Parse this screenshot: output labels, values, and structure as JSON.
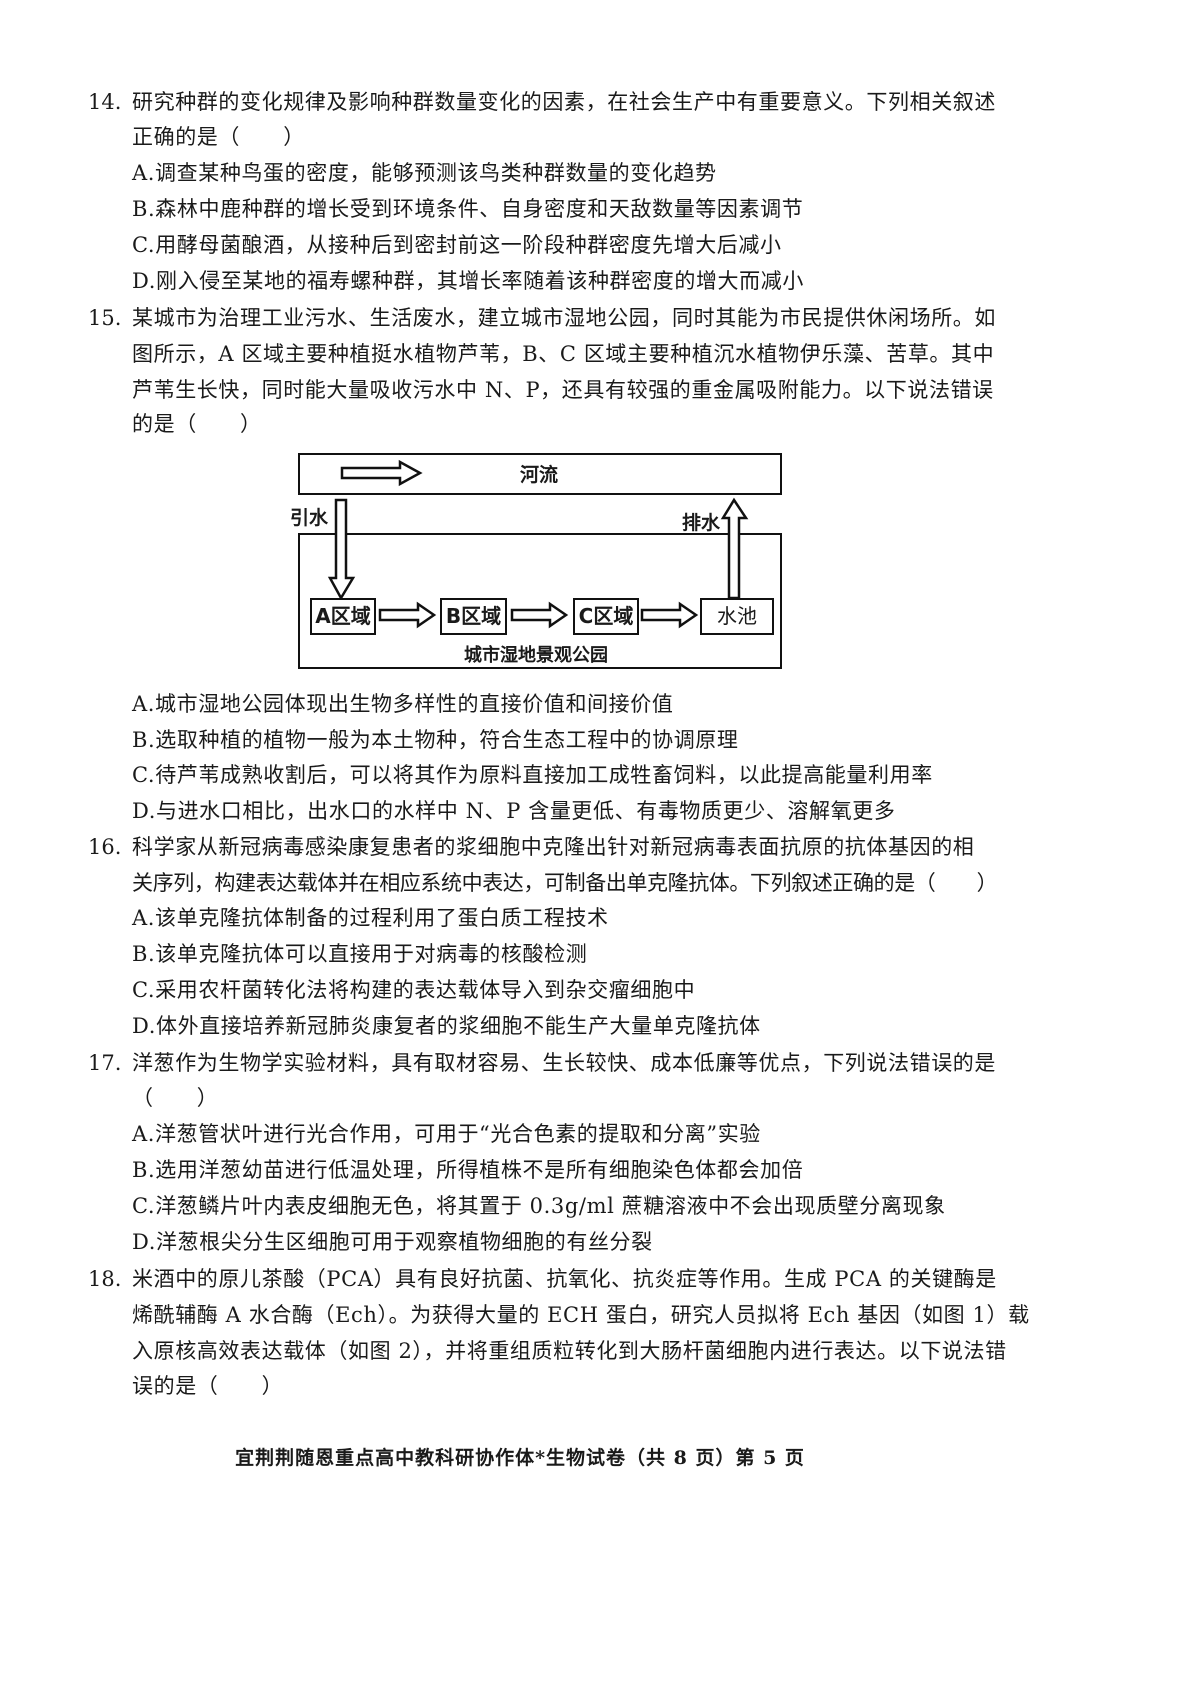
{
  "questions": [
    {
      "number": "14.",
      "lines": [
        "研究种群的变化规律及影响种群数量变化的因素，在社会生产中有重要意义。下列相关叙述",
        "正确的是（　　）"
      ],
      "options": [
        "A.调查某种鸟蛋的密度，能够预测该鸟类种群数量的变化趋势",
        "B.森林中鹿种群的增长受到环境条件、自身密度和天敌数量等因素调节",
        "C.用酵母菌酿酒，从接种后到密封前这一阶段种群密度先增大后减小",
        "D.刚入侵至某地的福寿螺种群，其增长率随着该种群密度的增大而减小"
      ]
    },
    {
      "number": "15.",
      "lines": [
        "某城市为治理工业污水、生活废水，建立城市湿地公园，同时其能为市民提供休闲场所。如",
        "图所示，A 区域主要种植挺水植物芦苇，B、C 区域主要种植沉水植物伊乐藻、苦草。其中",
        "芦苇生长快，同时能大量吸收污水中 N、P，还具有较强的重金属吸附能力。以下说法错误",
        "的是（　　）"
      ],
      "options": [
        "A.城市湿地公园体现出生物多样性的直接价值和间接价值",
        "B.选取种植的植物一般为本土物种，符合生态工程中的协调原理",
        "C.待芦苇成熟收割后，可以将其作为原料直接加工成牲畜饲料，以此提高能量利用率",
        "D.与进水口相比，出水口的水样中 N、P 含量更低、有毒物质更少、溶解氧更多"
      ]
    },
    {
      "number": "16.",
      "lines": [
        "科学家从新冠病毒感染康复患者的浆细胞中克隆出针对新冠病毒表面抗原的抗体基因的相",
        "关序列，构建表达载体并在相应系统中表达，可制备出单克隆抗体。下列叙述正确的是（　　）"
      ],
      "options": [
        "A.该单克隆抗体制备的过程利用了蛋白质工程技术",
        "B.该单克隆抗体可以直接用于对病毒的核酸检测",
        "C.采用农杆菌转化法将构建的表达载体导入到杂交瘤细胞中",
        "D.体外直接培养新冠肺炎康复者的浆细胞不能生产大量单克隆抗体"
      ]
    },
    {
      "number": "17.",
      "lines": [
        "洋葱作为生物学实验材料，具有取材容易、生长较快、成本低廉等优点，下列说法错误的是",
        "（　　）"
      ],
      "options": [
        "A.洋葱管状叶进行光合作用，可用于“光合色素的提取和分离”实验",
        "B.选用洋葱幼苗进行低温处理，所得植株不是所有细胞染色体都会加倍",
        "C.洋葱鳞片叶内表皮细胞无色，将其置于 0.3g/ml 蔗糖溶液中不会出现质壁分离现象",
        "D.洋葱根尖分生区细胞可用于观察植物细胞的有丝分裂"
      ]
    },
    {
      "number": "18.",
      "lines": [
        "米酒中的原儿茶酸（PCA）具有良好抗菌、抗氧化、抗炎症等作用。生成 PCA 的关键酶是",
        "烯酰辅酶 A 水合酶（Ech）。为获得大量的 ECH 蛋白，研究人员拟将 Ech 基因（如图 1）载",
        "入原核高效表达载体（如图 2），并将重组质粒转化到大肠杆菌细胞内进行表达。以下说法错",
        "误的是（　　）"
      ],
      "options": []
    }
  ],
  "diagram": {
    "river": "河流",
    "inflow": "引水",
    "outflow": "排水",
    "zones": [
      "A区域",
      "B区域",
      "C区域",
      "水池"
    ],
    "park": "城市湿地景观公园"
  },
  "footer": "宜荆荆随恩重点高中教科研协作体*生物试卷（共 8 页）第 5 页"
}
